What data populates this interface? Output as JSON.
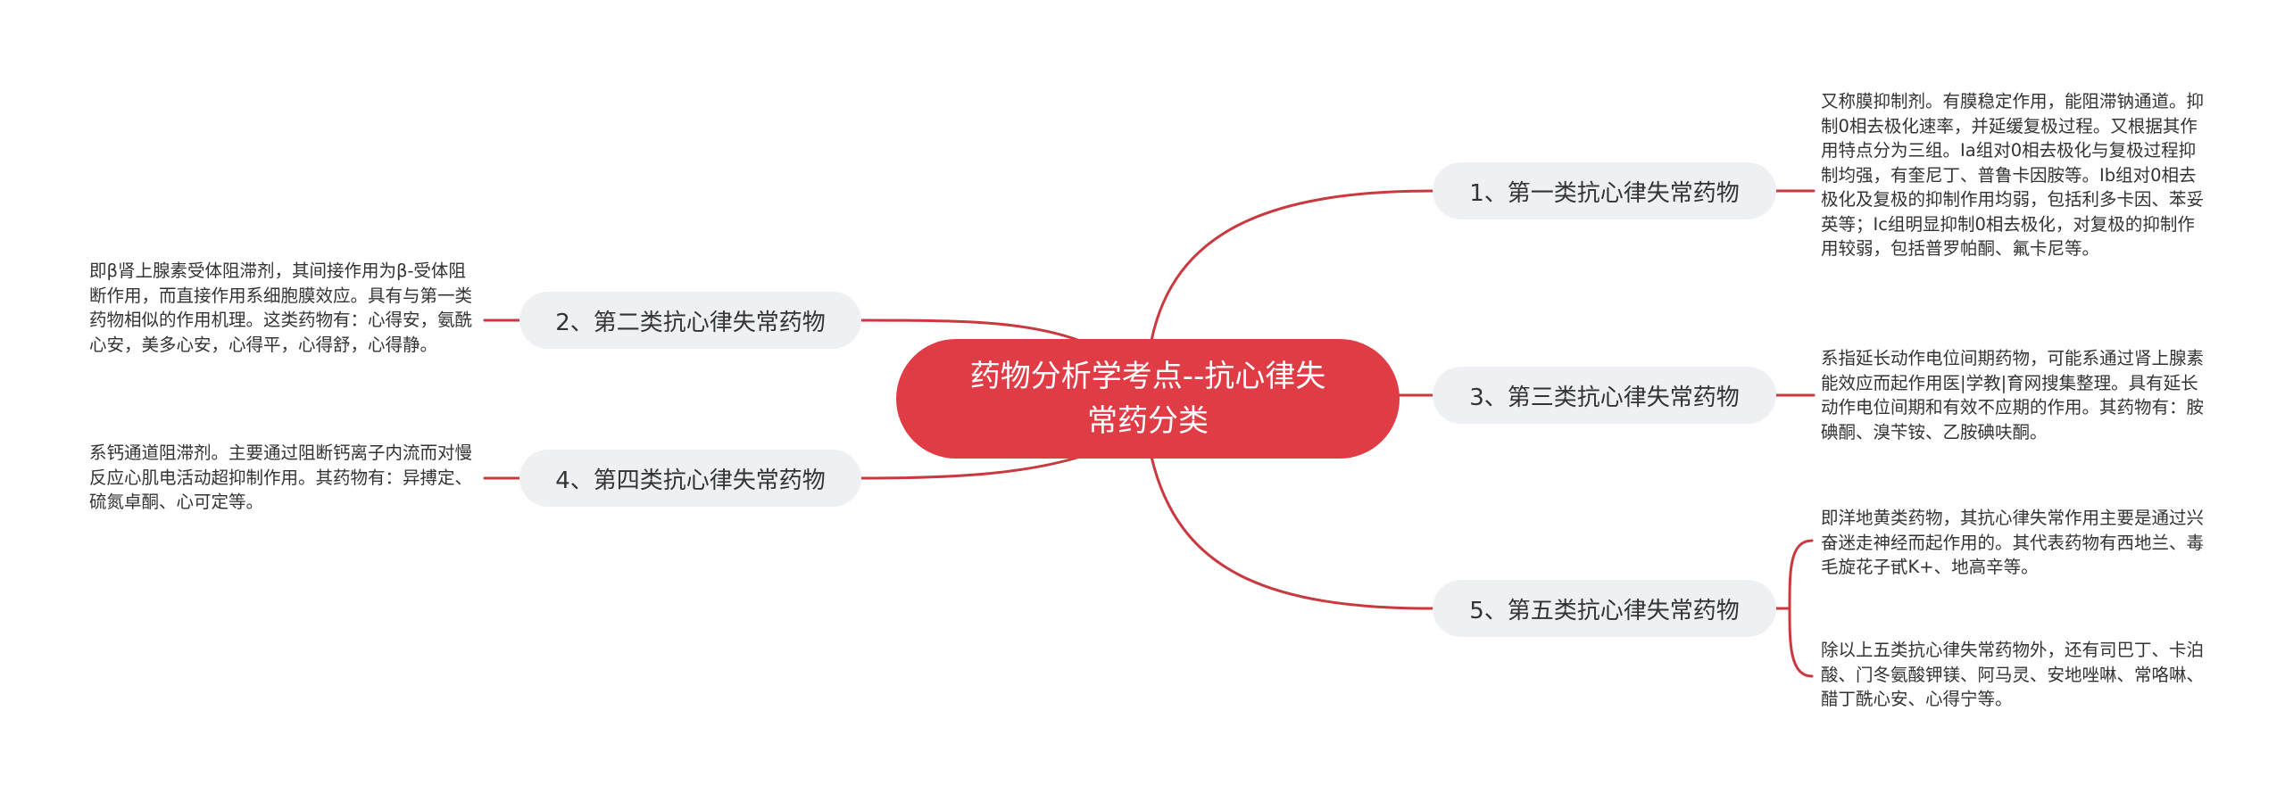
{
  "diagram": {
    "type": "mind-map",
    "colors": {
      "root_bg": "#e03c45",
      "root_text": "#ffffff",
      "branch_bg": "#eef0f3",
      "branch_text": "#333333",
      "connector": "#c9393f",
      "leaf_text": "#333333"
    },
    "root": {
      "label": "药物分析学考点--抗心律失常药分类"
    },
    "branches": [
      {
        "id": "b1",
        "label": "1、第一类抗心律失常药物",
        "side": "right",
        "notes": [
          "又称膜抑制剂。有膜稳定作用，能阻滞钠通道。抑制0相去极化速率，并延缓复极过程。又根据其作用特点分为三组。Ⅰa组对0相去极化与复极过程抑制均强，有奎尼丁、普鲁卡因胺等。Ⅰb组对0相去极化及复极的抑制作用均弱，包括利多卡因、苯妥英等；Ⅰc组明显抑制0相去极化，对复极的抑制作用较弱，包括普罗帕酮、氟卡尼等。"
        ]
      },
      {
        "id": "b2",
        "label": "2、第二类抗心律失常药物",
        "side": "left",
        "notes": [
          "即β肾上腺素受体阻滞剂，其间接作用为β-受体阻断作用，而直接作用系细胞膜效应。具有与第一类药物相似的作用机理。这类药物有：心得安，氨酰心安，美多心安，心得平，心得舒，心得静。"
        ]
      },
      {
        "id": "b3",
        "label": "3、第三类抗心律失常药物",
        "side": "right",
        "notes": [
          "系指延长动作电位间期药物，可能系通过肾上腺素能效应而起作用医|学教|育网搜集整理。具有延长动作电位间期和有效不应期的作用。其药物有：胺碘酮、溴苄铵、乙胺碘呋酮。"
        ]
      },
      {
        "id": "b4",
        "label": "4、第四类抗心律失常药物",
        "side": "left",
        "notes": [
          "系钙通道阻滞剂。主要通过阻断钙离子内流而对慢反应心肌电活动超抑制作用。其药物有：异搏定、硫氮卓酮、心可定等。"
        ]
      },
      {
        "id": "b5",
        "label": "5、第五类抗心律失常药物",
        "side": "right",
        "notes": [
          "即洋地黄类药物，其抗心律失常作用主要是通过兴奋迷走神经而起作用的。其代表药物有西地兰、毒毛旋花子甙K+、地高辛等。",
          "除以上五类抗心律失常药物外，还有司巴丁、卡泊酸、门冬氨酸钾镁、阿马灵、安地唑啉、常咯啉、醋丁酰心安、心得宁等。"
        ]
      }
    ]
  }
}
